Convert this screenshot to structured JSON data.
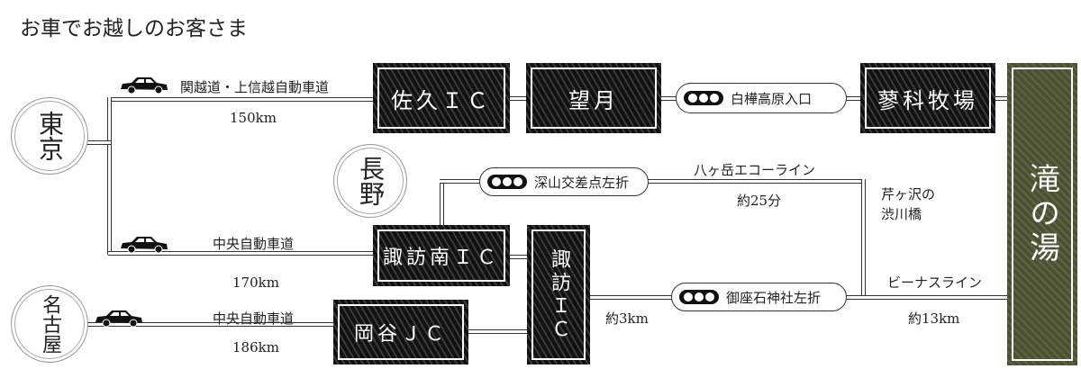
{
  "title": "お車でお越しのお客さま",
  "origins": {
    "tokyo": "東京",
    "nagoya": "名古屋",
    "nagano": "長野"
  },
  "roads": {
    "kanetsu": "関越道・上信越自動車道",
    "kanetsu_dist": "150km",
    "chuo1": "中央自動車道",
    "chuo1_dist": "170km",
    "chuo2": "中央自動車道",
    "chuo2_dist": "186km",
    "yatsugatake": "八ヶ岳エコーライン",
    "yatsugatake_time": "約25分",
    "bridge": "芹ヶ沢の\n渋川橋",
    "venus": "ビーナスライン",
    "venus_dist": "約13km",
    "suwa_dist": "約3km"
  },
  "nodes": {
    "saku": "佐久ＩＣ",
    "mochizuki": "望月",
    "tateshina": "蓼科牧場",
    "suwaminami": "諏訪南ＩＣ",
    "suwa": "諏訪ＩＣ",
    "okaya": "岡谷ＪＣ",
    "destination": "滝の湯"
  },
  "signals": {
    "shirakaba": "白樺高原入口",
    "fukayama": "深山交差点左折",
    "gozaishi": "御座石神社左折"
  },
  "colors": {
    "box": "#111111",
    "destination": "#4b5233"
  }
}
